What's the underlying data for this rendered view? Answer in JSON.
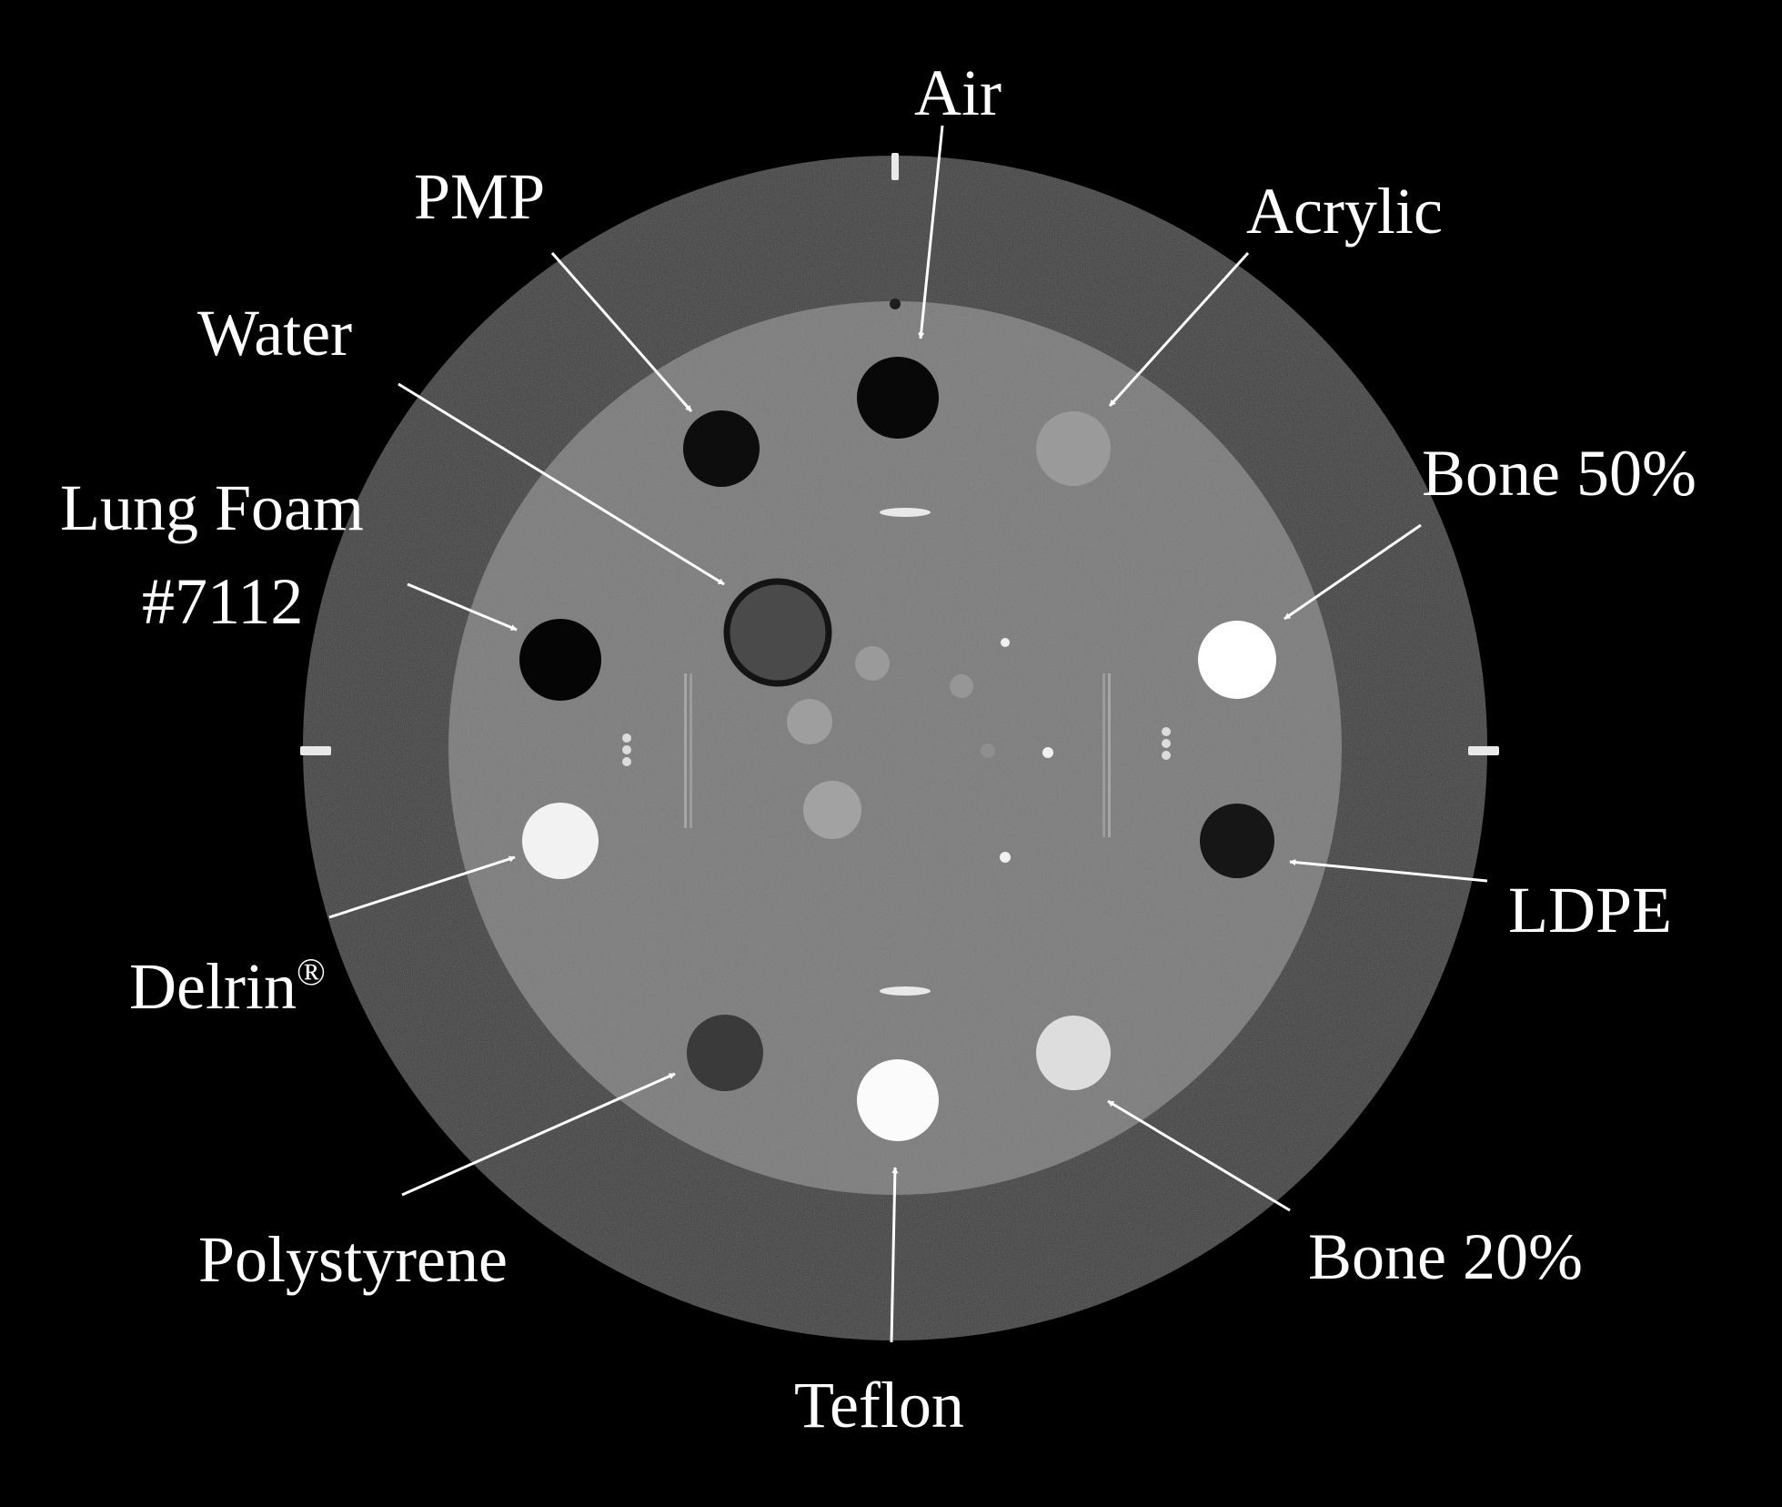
{
  "figure": {
    "background_color": "#000000",
    "outer_ring_color": "#3d3d3d",
    "inner_body_color": "#7a7a7a",
    "label_color": "#ffffff"
  },
  "labels": {
    "air": "Air",
    "pmp": "PMP",
    "acrylic": "Acrylic",
    "water": "Water",
    "bone50": "Bone 50%",
    "lung_foam_line1": "Lung Foam",
    "lung_foam_line2": "#7112",
    "delrin": "Delrin",
    "delrin_mark": "®",
    "ldpe": "LDPE",
    "polystyrene": "Polystyrene",
    "bone20": "Bone 20%",
    "teflon": "Teflon"
  },
  "inserts": [
    {
      "name": "air",
      "shade": "#080808"
    },
    {
      "name": "pmp",
      "shade": "#0d0d0d"
    },
    {
      "name": "acrylic",
      "shade": "#9a9a9a"
    },
    {
      "name": "water",
      "shade": "#4a4a4a"
    },
    {
      "name": "bone50",
      "shade": "#ffffff"
    },
    {
      "name": "lung-foam",
      "shade": "#050505"
    },
    {
      "name": "delrin",
      "shade": "#f2f2f2"
    },
    {
      "name": "ldpe",
      "shade": "#161616"
    },
    {
      "name": "polystyrene",
      "shade": "#3a3a3a"
    },
    {
      "name": "bone20",
      "shade": "#dddddd"
    },
    {
      "name": "teflon",
      "shade": "#fbfbfb"
    }
  ]
}
